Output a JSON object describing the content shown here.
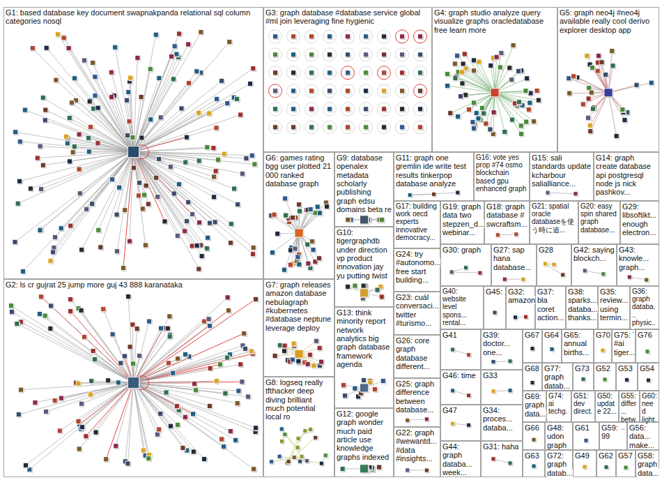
{
  "diagram": {
    "nodes": [
      {
        "text": [
          "G1: based database key document swapnakpanda relational sql column categories nosql"
        ]
      },
      {
        "text": [
          "G3: graph database #database service global #ml join leveraging fine hygienic"
        ]
      },
      {
        "text": [
          "G4: graph studio analyze query visualize graphs oracledatabase free learn more"
        ]
      },
      {
        "text": [
          "G5: graph neo4j #neo4j available really cool derivo explorer desktop app"
        ]
      },
      {
        "text": [
          "G6: games rating bgg user plotted 21 000 ranked database graph"
        ]
      },
      {
        "text": [
          "G9: database openalex metadata scholarly publishing graph edsu domains beta re"
        ]
      },
      {
        "text": [
          "G11: graph one gremlin ide write test results tinkerpop database analyze"
        ]
      },
      {
        "text": [
          "G16: vote yes prop #74 osmo blockchain based gpu enhanced graph"
        ]
      },
      {
        "text": [
          "G15: sali standards update kcharbour salialliance..."
        ]
      },
      {
        "text": [
          "G14: graph create database api postgresql node js nick pashkov..."
        ]
      },
      {
        "text": [
          "G17: building work oecd experts innovative democracy..."
        ]
      },
      {
        "text": [
          "G19: graph data two stepzen_d... webinar..."
        ]
      },
      {
        "text": [
          "G18: graph database # swcraftsm..."
        ]
      },
      {
        "text": [
          "G21: spatial oracle databaseを使う時に追..."
        ]
      },
      {
        "text": [
          "G20: easy spin shared graph database..."
        ]
      },
      {
        "text": [
          "G29: libsoftikt... enough electron..."
        ]
      },
      {
        "text": [
          "G10: tigergraphdb under direction vp product innovation jay yu putting twist"
        ]
      },
      {
        "text": [
          "G30: graph"
        ]
      },
      {
        "text": [
          "G27: sap hana database..."
        ]
      },
      {
        "text": [
          "G28"
        ]
      },
      {
        "text": [
          "G42: saying blockch..."
        ]
      },
      {
        "text": [
          "G43: knowle... graph..."
        ]
      },
      {
        "text": [
          "G24: try #autonomo... free start building..."
        ]
      },
      {
        "text": [
          "G2: ls cr gujrat 25 jump more guj 43 888 karanataka"
        ]
      },
      {
        "text": [
          "G7: graph releases amazon database nebulagraph #kubernetes #database neptune leverage deploy"
        ]
      },
      {
        "text": [
          "G40: website level spons... rental..."
        ]
      },
      {
        "text": [
          "G45:"
        ]
      },
      {
        "text": [
          "G32: amazon"
        ]
      },
      {
        "text": [
          "G37: bla coret action..."
        ]
      },
      {
        "text": [
          "G38: sparks... databa... thanks..."
        ]
      },
      {
        "text": [
          "G35: review... using termin..."
        ]
      },
      {
        "text": [
          "G36: graph databa... physic..."
        ]
      },
      {
        "text": [
          "G23: cuál conversaci... twitter #turismo..."
        ]
      },
      {
        "text": [
          "G13: think minority report network analytics big graph database framework agenda"
        ]
      },
      {
        "text": [
          "G41"
        ]
      },
      {
        "text": [
          "G39: doctor... one..."
        ]
      },
      {
        "text": [
          "G67"
        ]
      },
      {
        "text": [
          "G64"
        ]
      },
      {
        "text": [
          "G65: annual births..."
        ]
      },
      {
        "text": [
          "G70"
        ]
      },
      {
        "text": [
          "G75: #ai tiger..."
        ]
      },
      {
        "text": [
          "G76"
        ]
      },
      {
        "text": [
          "G26: core graph database different..."
        ]
      },
      {
        "text": [
          "G68"
        ]
      },
      {
        "text": [
          "G77: graph datab..."
        ]
      },
      {
        "text": [
          "G73"
        ]
      },
      {
        "text": [
          "G52"
        ]
      },
      {
        "text": [
          "G53"
        ]
      },
      {
        "text": [
          "G54"
        ]
      },
      {
        "text": [
          "G46: time"
        ]
      },
      {
        "text": [
          "G33"
        ]
      },
      {
        "text": [
          "G8: logseq really tfthacker deep diving brilliant much potential local ro"
        ]
      },
      {
        "text": [
          "G25: graph difference between database..."
        ]
      },
      {
        "text": [
          "G69: graph data..."
        ]
      },
      {
        "text": [
          "G74: ai techg..."
        ]
      },
      {
        "text": [
          "G51: dev direct..."
        ]
      },
      {
        "text": [
          "G50: update 22..."
        ]
      },
      {
        "text": [
          "G55: differ... betw..."
        ]
      },
      {
        "text": [
          "G60: need light..."
        ]
      },
      {
        "text": [
          "G47"
        ]
      },
      {
        "text": [
          "G34: proces... databa..."
        ]
      },
      {
        "text": [
          "G12: google graph wonder much paid article use knowledge graphs indexed"
        ]
      },
      {
        "text": [
          "G66"
        ]
      },
      {
        "text": [
          "G48: udon graph"
        ]
      },
      {
        "text": [
          "G61"
        ]
      },
      {
        "text": [
          "G59: 99"
        ]
      },
      {
        "text": [
          "G56: data... make..."
        ]
      },
      {
        "text": [
          "G22: graph #wewantd... #data #insights..."
        ]
      },
      {
        "text": [
          "G44: graph databa... week..."
        ]
      },
      {
        "text": [
          "G31: haha"
        ]
      },
      {
        "text": [
          "G63"
        ]
      },
      {
        "text": [
          "G72: graph datab..."
        ]
      },
      {
        "text": [
          "G49"
        ]
      },
      {
        "text": [
          "G62"
        ]
      },
      {
        "text": [
          "G57"
        ]
      },
      {
        "text": [
          "G58: graph data..."
        ]
      }
    ]
  }
}
